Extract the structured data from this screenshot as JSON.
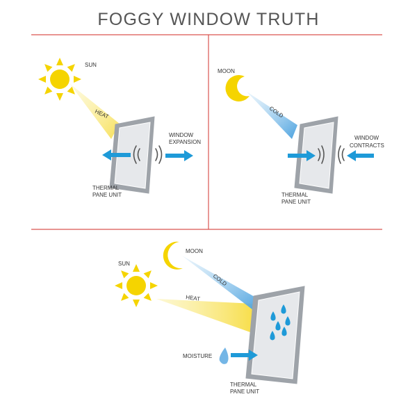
{
  "title": "FOGGY WINDOW TRUTH",
  "colors": {
    "divider": "#d9534f",
    "sun": "#f5d400",
    "moon": "#f5d400",
    "arrow": "#1e9ad8",
    "cold_beam": "#6bb3e6",
    "heat_beam": "#f7e36a",
    "frame": "#9ea3a9",
    "glass": "#e6e8eb",
    "text": "#333333"
  },
  "panel_day": {
    "sun_label": "SUN",
    "heat_label": "HEAT",
    "expansion_label_line1": "WINDOW",
    "expansion_label_line2": "EXPANSION",
    "unit_label_line1": "THERMAL",
    "unit_label_line2": "PANE UNIT"
  },
  "panel_night": {
    "moon_label": "MOON",
    "cold_label": "COLD",
    "contract_label_line1": "WINDOW",
    "contract_label_line2": "CONTRACTS",
    "unit_label_line1": "THERMAL",
    "unit_label_line2": "PANE UNIT"
  },
  "panel_combined": {
    "sun_label": "SUN",
    "moon_label": "MOON",
    "heat_label": "HEAT",
    "cold_label": "COLD",
    "moisture_label": "MOISTURE",
    "unit_label_line1": "THERMAL",
    "unit_label_line2": "PANE UNIT"
  },
  "icons": [
    "sun-icon",
    "moon-icon",
    "heat-beam",
    "cold-beam",
    "window-pane",
    "arrow-left-icon",
    "arrow-right-icon",
    "vibration-waves-icon",
    "water-drop-icon",
    "condensation-drops"
  ]
}
